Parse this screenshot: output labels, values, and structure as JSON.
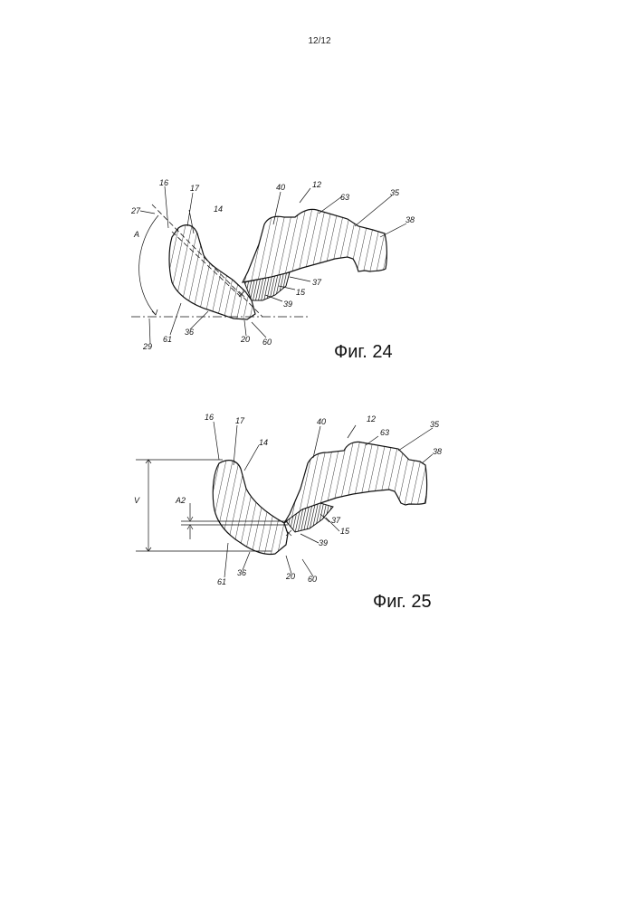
{
  "page_number": "12/12",
  "figures": [
    {
      "caption": "Фиг. 24",
      "labels": {
        "l16": "16",
        "l17": "17",
        "l14": "14",
        "l27": "27",
        "lA": "A",
        "l40": "40",
        "l12": "12",
        "l63": "63",
        "l35": "35",
        "l38": "38",
        "l37": "37",
        "l15": "15",
        "l39": "39",
        "l29": "29",
        "l61": "61",
        "l36": "36",
        "l20": "20",
        "l60": "60"
      }
    },
    {
      "caption": "Фиг. 25",
      "labels": {
        "l16": "16",
        "l17": "17",
        "l14": "14",
        "l40": "40",
        "l12": "12",
        "l63": "63",
        "l35": "35",
        "l38": "38",
        "lV": "V",
        "lA2": "A2",
        "l37": "37",
        "l15": "15",
        "l39": "39",
        "l61": "61",
        "l36": "36",
        "l20": "20",
        "l60": "60"
      }
    }
  ]
}
